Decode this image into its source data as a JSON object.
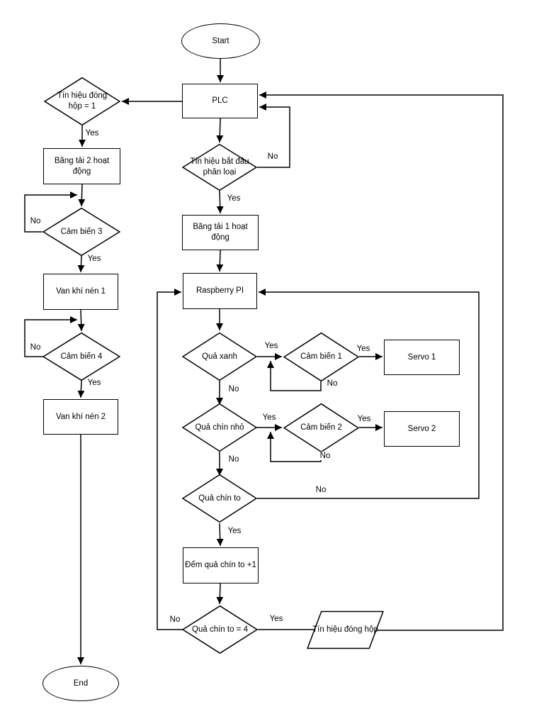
{
  "diagram": {
    "colors": {
      "stroke": "#000000",
      "node_fill": "#ffffff",
      "text": "#000000",
      "background": "#ffffff"
    },
    "nodes": {
      "start": {
        "type": "terminator",
        "label": "Start"
      },
      "plc": {
        "type": "process",
        "label": "PLC"
      },
      "signal_close_box": {
        "type": "decision",
        "line1": "Tín hiệu đóng",
        "line2": "hộp = 1"
      },
      "conveyor2": {
        "type": "process",
        "label": "Băng tải 2 hoạt động"
      },
      "sensor3": {
        "type": "decision",
        "label": "Cảm biến 3"
      },
      "valve1": {
        "type": "process",
        "label": "Van khí nén 1"
      },
      "sensor4": {
        "type": "decision",
        "label": "Cảm biến 4"
      },
      "valve2": {
        "type": "process",
        "label": "Van khí nén 2"
      },
      "signal_start": {
        "type": "decision",
        "line1": "Tín hiệu bắt đầu",
        "line2": "phân loại"
      },
      "conveyor1": {
        "type": "process",
        "label": "Băng tải 1 hoạt động"
      },
      "raspberry": {
        "type": "process",
        "label": "Raspberry PI"
      },
      "green_fruit": {
        "type": "decision",
        "label": "Quả xanh"
      },
      "sensor1": {
        "type": "decision",
        "label": "Cảm biến 1"
      },
      "servo1": {
        "type": "process",
        "label": "Servo 1"
      },
      "small_ripe": {
        "type": "decision",
        "label": "Quả chín nhỏ"
      },
      "sensor2": {
        "type": "decision",
        "label": "Cảm biến 2"
      },
      "servo2": {
        "type": "process",
        "label": "Servo 2"
      },
      "big_ripe": {
        "type": "decision",
        "label": "Quả chín to"
      },
      "count_big_ripe": {
        "type": "process",
        "label": "Đếm quả chín to +1"
      },
      "count_equals_4": {
        "type": "decision",
        "label": "Quả chín to = 4"
      },
      "signal_close_output": {
        "type": "data",
        "label": "Tín hiệu đóng hộp"
      },
      "end": {
        "type": "terminator",
        "label": "End"
      }
    },
    "edge_labels": {
      "scb_yes": "Yes",
      "sensor3_no": "No",
      "sensor3_yes": "Yes",
      "sensor4_no": "No",
      "sensor4_yes": "Yes",
      "signal_start_no": "No",
      "signal_start_yes": "Yes",
      "green_fruit_yes": "Yes",
      "green_fruit_no": "No",
      "sensor1_yes": "Yes",
      "sensor1_no": "No",
      "small_ripe_yes": "Yes",
      "small_ripe_no": "No",
      "sensor2_yes": "Yes",
      "sensor2_no": "No",
      "big_ripe_no": "No",
      "big_ripe_yes": "Yes",
      "ce4_no": "No",
      "ce4_yes": "Yes"
    }
  }
}
